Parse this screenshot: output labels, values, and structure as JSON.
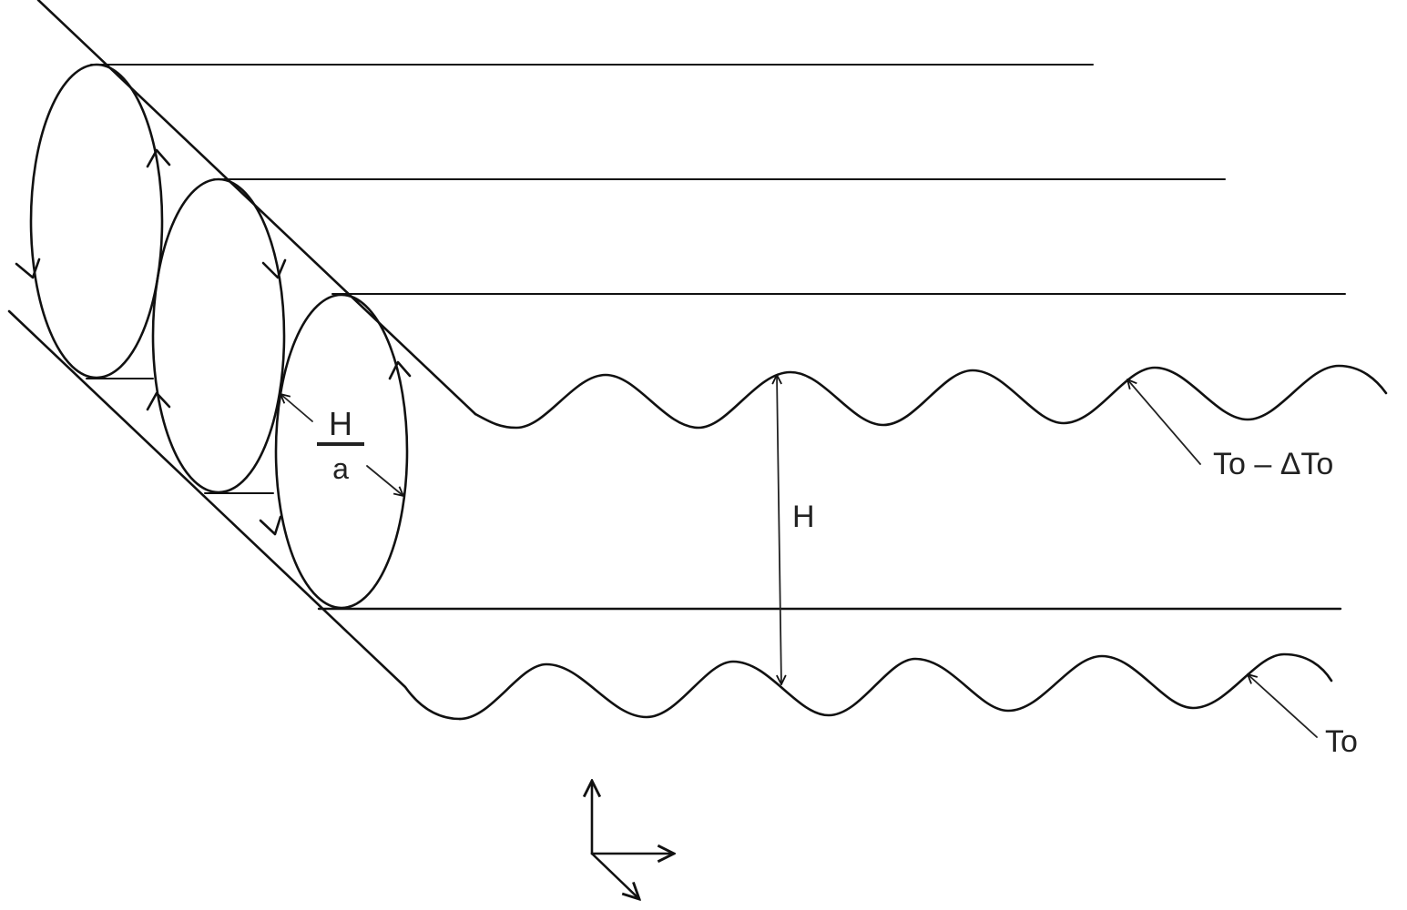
{
  "diagram": {
    "type": "roll-cell convection schematic",
    "colors": {
      "line": "#111111",
      "background": "#ffffff"
    },
    "labels": {
      "cell_width_numerator": "H",
      "cell_width_denominator": "a",
      "layer_depth": "H",
      "upper_boundary_temp": "To – ΔTo",
      "lower_boundary_temp": "To"
    },
    "elements": {
      "roll_cells": 3,
      "cell_circulation_arrows": 8,
      "upper_wavy_boundary": "To – ΔTo",
      "lower_wavy_boundary": "To",
      "horizontal_lines": 4,
      "coordinate_axes": [
        "up",
        "right",
        "down-right"
      ]
    }
  }
}
